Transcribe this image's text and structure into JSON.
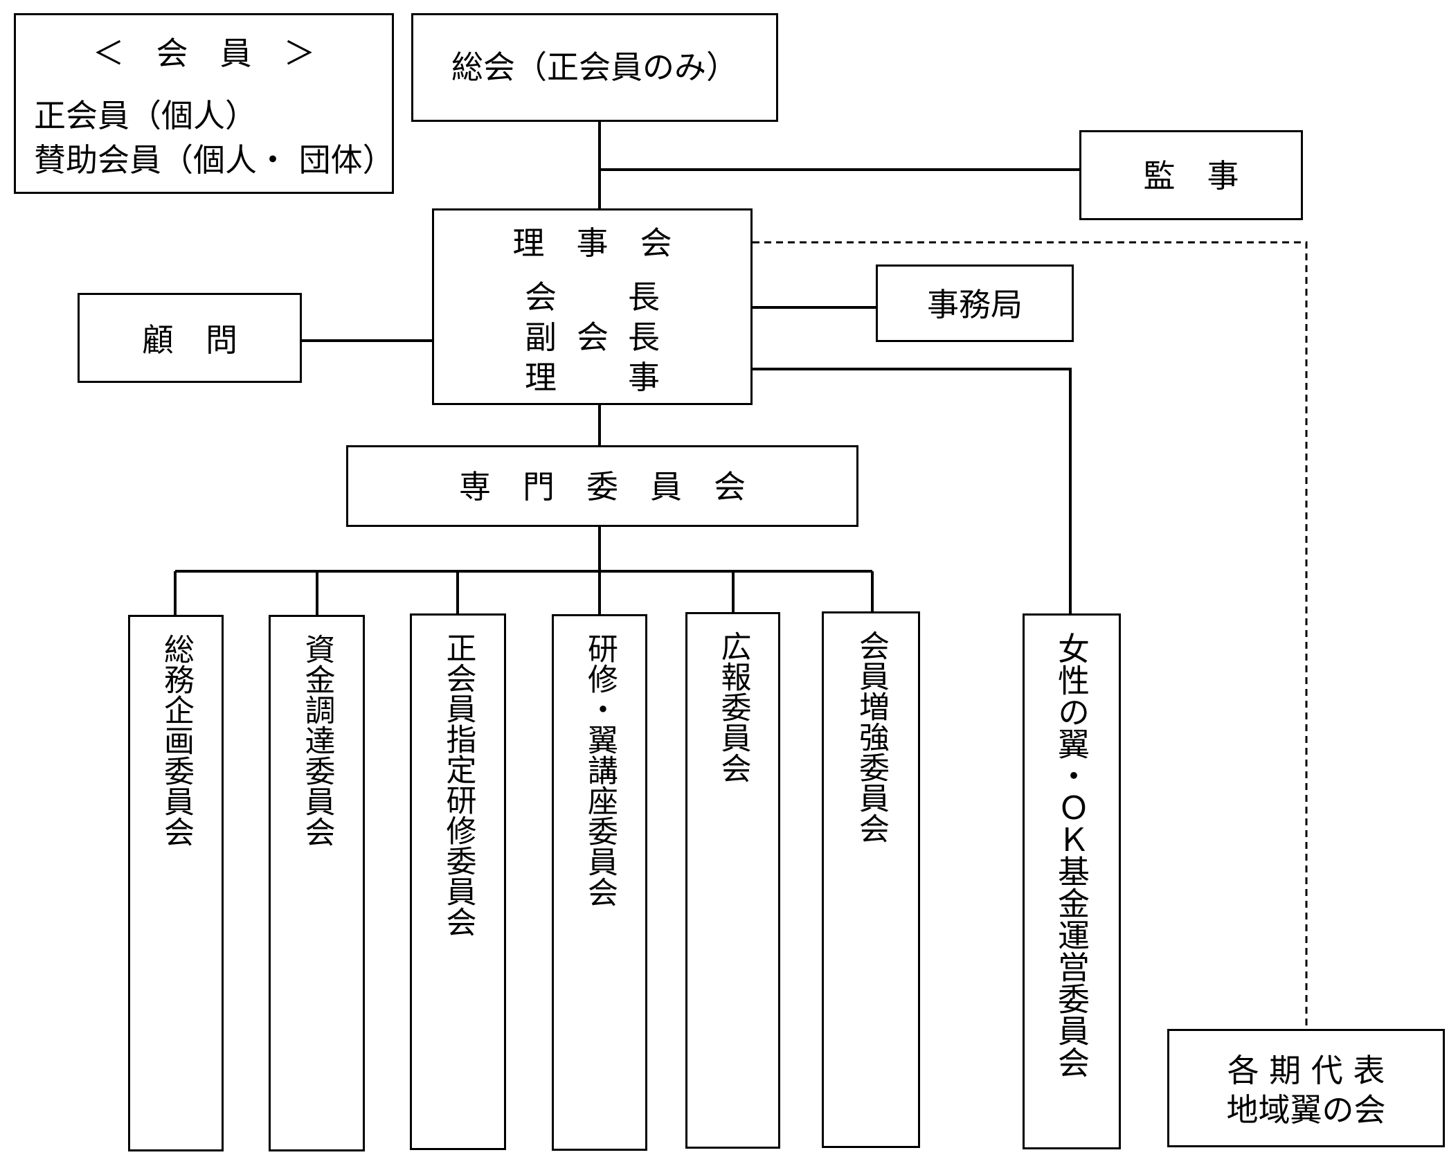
{
  "membership": {
    "heading": "＜　会　員　＞",
    "line1": "正会員（個人）",
    "line2": "賛助会員（個人・ 団体）"
  },
  "general_assembly": "総会（正会員のみ）",
  "auditor": "監　事",
  "board": {
    "title": "理　事　会",
    "row1": [
      "会",
      "長"
    ],
    "row2": [
      "副",
      "会",
      "長"
    ],
    "row3": [
      "理",
      "事"
    ]
  },
  "secretariat": "事務局",
  "advisor": "顧　問",
  "specialist_committee": "専　門　委　員　会",
  "committees": [
    "総務企画委員会",
    "資金調達委員会",
    "正会員指定研修委員会",
    "研修・翼講座委員会",
    "広報委員会",
    "会員増強委員会"
  ],
  "women_fund": "女性の翼・ＯＫ基金運営委員会",
  "regional": {
    "line1": "各 期 代 表",
    "line2": "地域翼の会"
  }
}
